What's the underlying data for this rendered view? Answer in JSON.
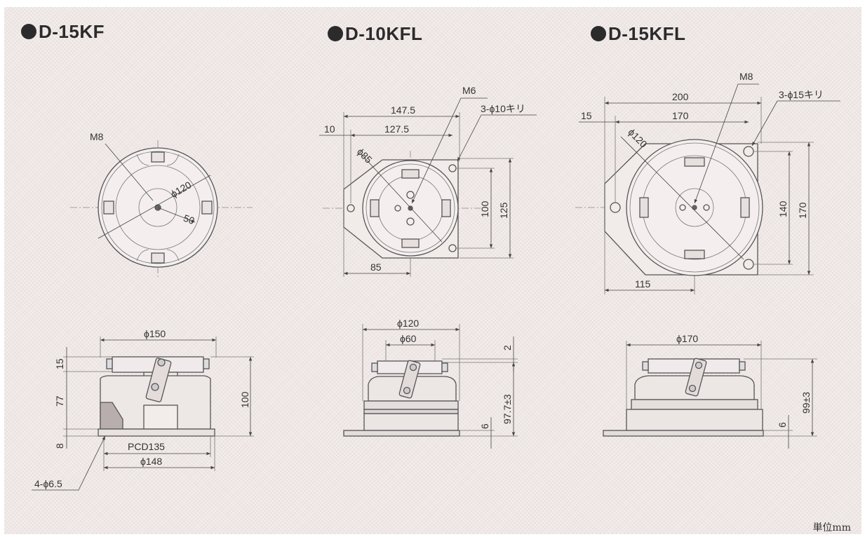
{
  "models": [
    {
      "title": "D-15KF"
    },
    {
      "title": "D-10KFL"
    },
    {
      "title": "D-15KFL"
    }
  ],
  "d15kf_plan": {
    "thread": "M8",
    "dia": "ϕ120",
    "r": "50"
  },
  "d15kf_side": {
    "top_dia": "ϕ150",
    "h_top": "15",
    "h_body": "77",
    "h_total": "100",
    "h_base": "8",
    "pcd": "PCD135",
    "base_dia": "ϕ148",
    "holes": "4-ϕ6.5"
  },
  "d10kfl_plan": {
    "thread": "M6",
    "holes": "3-ϕ10キリ",
    "w1": "147.5",
    "w2": "127.5",
    "off": "10",
    "dia": "ϕ85",
    "h1": "100",
    "h2": "125",
    "w3": "85"
  },
  "d10kfl_side": {
    "top_dia": "ϕ120",
    "inner_dia": "ϕ60",
    "gap": "2",
    "height": "97.7±3",
    "base": "6"
  },
  "d15kfl_plan": {
    "thread": "M8",
    "holes": "3-ϕ15キリ",
    "w1": "200",
    "w2": "170",
    "off": "15",
    "dia": "ϕ120",
    "h1": "140",
    "h2": "170",
    "w3": "115"
  },
  "d15kfl_side": {
    "top_dia": "ϕ170",
    "height": "99±3",
    "base": "6"
  },
  "unit": "単位mm"
}
